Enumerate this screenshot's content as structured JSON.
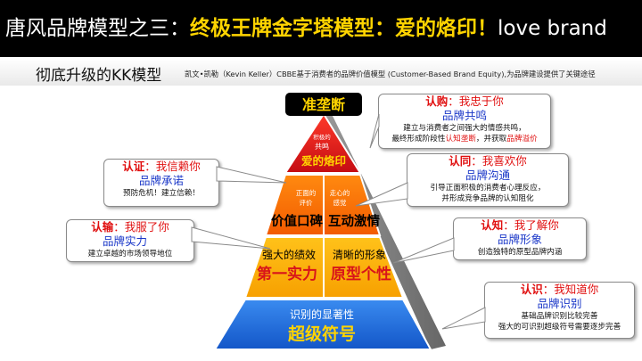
{
  "title": {
    "part1": "唐风品牌模型之三：",
    "part2": "终极王牌金字塔模型：",
    "part3": "爱的烙印！",
    "part4": "love brand"
  },
  "subtitle": "彻底升级的KK模型",
  "description": "凯文•凯勒（Kevin  Keller）CBBE基于消费者的品牌价值模型 (Customer-Based Brand Equity),为品牌建设提供了关键途径",
  "pyramid": {
    "criterion_label": "准垄断",
    "top": {
      "small1": "积极的",
      "small2": "共鸣",
      "big": "爱的烙印"
    },
    "level2": {
      "left_small1": "正面的",
      "left_small2": "评价",
      "left_big": "价值口碑",
      "right_small1": "走心的",
      "right_small2": "感觉",
      "right_big": "互动激情"
    },
    "level3": {
      "left_small": "强大的绩效",
      "left_big": "第一实力",
      "right_small": "清晰的形象",
      "right_big": "原型个性"
    },
    "base": {
      "small": "识别的显著性",
      "big": "超级符号"
    }
  },
  "colors": {
    "top": "#d8141a",
    "level2": "#ff6a00",
    "level3": "#ffb000",
    "base": "#1e6fe0",
    "accent": "#ffd400",
    "red_text": "#e01010",
    "blue_text": "#1a37c8"
  },
  "callouts": {
    "buy": {
      "key": "认购",
      "rest": "：我忠于你",
      "main": "品牌共鸣",
      "line1": "建立与消费者之间强大的情感共鸣，",
      "line2_pre": "最终形成阶段性",
      "line2_hl1": "认知垄断",
      "line2_mid": "，并获取",
      "line2_hl2": "品牌溢价"
    },
    "certify": {
      "key": "认证",
      "rest": "：我信赖你",
      "main": "品牌承诺",
      "line1": "预防危机！建立信赖！"
    },
    "agree": {
      "key": "认同",
      "rest": "：我喜欢你",
      "main": "品牌沟通",
      "line1": "引导正面积极的消费者心理反应，",
      "line2": "并形成竞争品牌的认知阻化"
    },
    "concede": {
      "key": "认输",
      "rest": "：我服了你",
      "main": "品牌实力",
      "line1": "建立卓越的市场领导地位"
    },
    "know": {
      "key": "认知",
      "rest": "：我了解你",
      "main": "品牌形象",
      "line1": "创造独特的原型品牌内涵"
    },
    "recognize": {
      "key": "认识",
      "rest": "：我知道你",
      "main": "品牌识别",
      "line1": "基础品牌识别比较完善",
      "line2": "强大的可识别超级符号需要逐步完善"
    }
  }
}
